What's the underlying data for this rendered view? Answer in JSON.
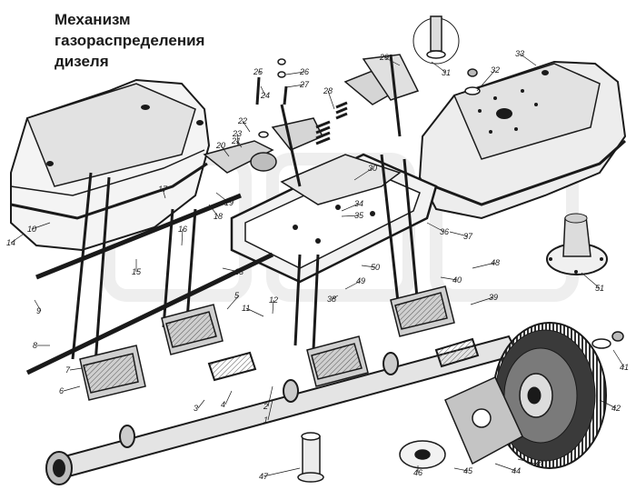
{
  "title": {
    "line1": "Механизм",
    "line2": "газораспределения",
    "line3": "дизеля"
  },
  "callouts": [
    "1",
    "2",
    "3",
    "4",
    "5",
    "6",
    "7",
    "8",
    "9",
    "10",
    "11",
    "12",
    "13",
    "14",
    "15",
    "16",
    "17",
    "18",
    "19",
    "20",
    "21",
    "22",
    "23",
    "24",
    "25",
    "26",
    "27",
    "28",
    "29",
    "30",
    "31",
    "32",
    "33",
    "34",
    "35",
    "36",
    "37",
    "38",
    "39",
    "40",
    "41",
    "42",
    "43",
    "44",
    "45",
    "46",
    "47",
    "48",
    "49",
    "50",
    "51"
  ],
  "colors": {
    "ink": "#1a1a1a",
    "paper": "#ffffff",
    "shade": "#b8b8b8",
    "dark": "#555555",
    "watermark": "#d9d9d9"
  }
}
